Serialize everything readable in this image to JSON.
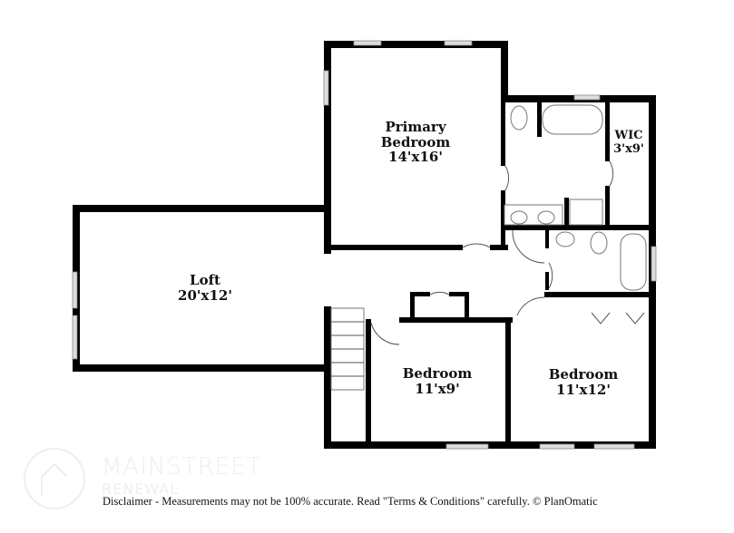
{
  "rooms": [
    {
      "name": "Primary",
      "name2": "Bedroom",
      "size": "14'x16'"
    },
    {
      "name": "WIC",
      "size": "3'x9'"
    },
    {
      "name": "Loft",
      "size": "20'x12'"
    },
    {
      "name": "Bedroom",
      "size": "11'x9'"
    },
    {
      "name": "Bedroom",
      "size": "11'x12'"
    }
  ],
  "logo": {
    "main": "MAINSTREET",
    "sub": "RENEWAL"
  },
  "disclaimer": "Disclaimer - Measurements may not be 100% accurate. Read \"Terms & Conditions\" carefully. © PlanOmatic"
}
